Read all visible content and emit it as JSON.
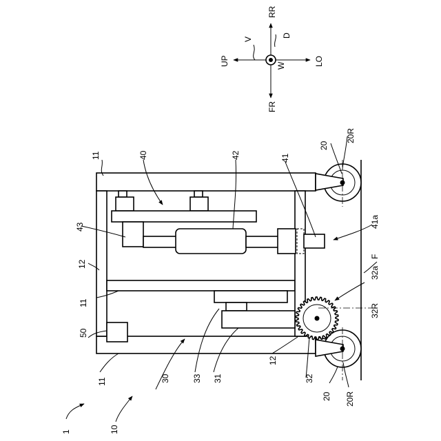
{
  "compass": {
    "up": "UP",
    "lo": "LO",
    "rr": "RR",
    "fr": "FR",
    "v": "V",
    "d": "D",
    "w": "W"
  },
  "labels": {
    "ref_1": "1",
    "ref_10": "10",
    "ref_11_top": "11",
    "ref_11_mid": "11",
    "ref_11_bottom": "11",
    "ref_12_left": "12",
    "ref_12_bottom": "12",
    "ref_20_top": "20",
    "ref_20R_top": "20R",
    "ref_20_bottom": "20",
    "ref_20R_bottom": "20R",
    "ref_30": "30",
    "ref_31": "31",
    "ref_32": "32",
    "ref_32R": "32R",
    "ref_32a": "32a",
    "ref_33": "33",
    "ref_40": "40",
    "ref_41": "41",
    "ref_41a": "41a",
    "ref_42": "42",
    "ref_43": "43",
    "ref_50": "50",
    "ref_F": "F"
  }
}
